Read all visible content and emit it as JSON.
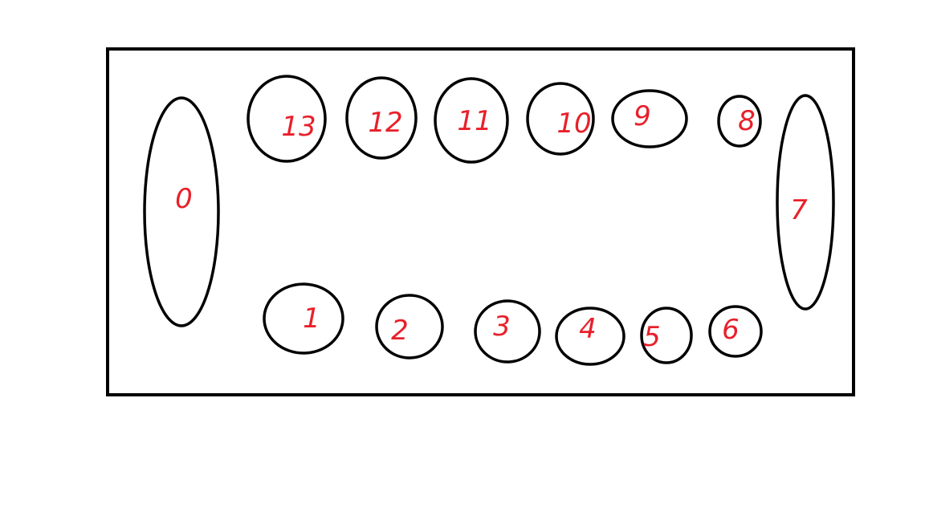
{
  "diagram": {
    "stroke_color": "#000000",
    "label_color": "#e8202a",
    "pits": [
      {
        "id": "pit-0",
        "label": "0"
      },
      {
        "id": "pit-1",
        "label": "1"
      },
      {
        "id": "pit-2",
        "label": "2"
      },
      {
        "id": "pit-3",
        "label": "3"
      },
      {
        "id": "pit-4",
        "label": "4"
      },
      {
        "id": "pit-5",
        "label": "5"
      },
      {
        "id": "pit-6",
        "label": "6"
      },
      {
        "id": "pit-7",
        "label": "7"
      },
      {
        "id": "pit-8",
        "label": "8"
      },
      {
        "id": "pit-9",
        "label": "9"
      },
      {
        "id": "pit-10",
        "label": "10"
      },
      {
        "id": "pit-11",
        "label": "11"
      },
      {
        "id": "pit-12",
        "label": "12"
      },
      {
        "id": "pit-13",
        "label": "13"
      }
    ]
  }
}
